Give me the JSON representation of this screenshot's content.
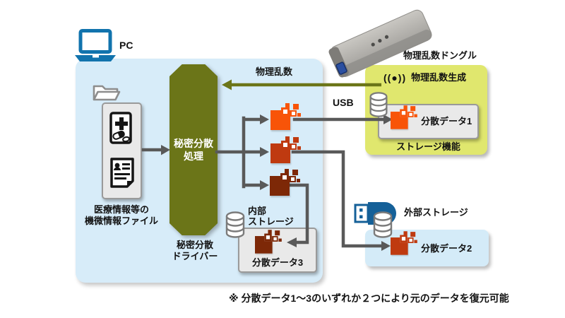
{
  "colors": {
    "pc-fill": "#d7ecf9",
    "olive": "#6b7518",
    "yellow-fill": "#e0e76e",
    "blue2-fill": "#d4ebf8",
    "arrow-gray": "#595959",
    "orange-1": "#f85408",
    "orange-2": "#bf3a10",
    "brown-3": "#7d2807",
    "laptop-blue": "#1173ad",
    "usb-blue": "#156098",
    "box-gray": "#e9e9e9"
  },
  "pc": {
    "label": "PC",
    "files_caption": [
      "医療情報等の",
      "機微情報ファイル"
    ],
    "process": [
      "秘密分散",
      "処理"
    ],
    "driver": [
      "秘密分散",
      "ドライバー"
    ],
    "internal_storage": [
      "内部",
      "ストレージ"
    ],
    "share3": "分散データ3"
  },
  "dongle": {
    "label": "物理乱数ドングル"
  },
  "rng": {
    "icon": "((●))",
    "generate_label": "物理乱数生成",
    "share1": "分散データ1",
    "storage_caption": "ストレージ機能"
  },
  "external": {
    "label": "外部ストレージ",
    "share2": "分散データ2"
  },
  "labels": {
    "random": "物理乱数",
    "usb": "USB"
  },
  "footnote": "※ 分散データ1～3のいずれか２つにより元のデータを復元可能"
}
